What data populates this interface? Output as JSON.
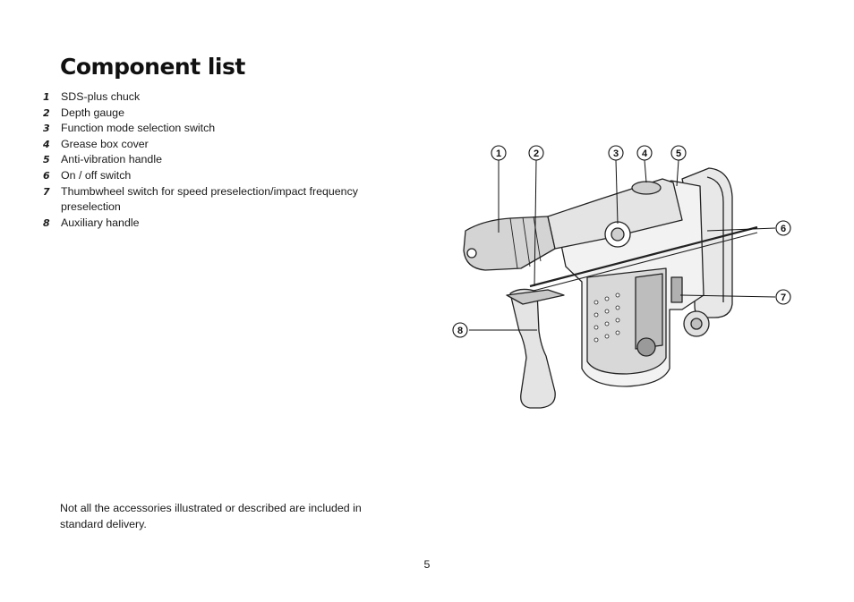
{
  "page": {
    "title": "Component list",
    "components": [
      {
        "number": "1",
        "label": "SDS-plus chuck"
      },
      {
        "number": "2",
        "label": "Depth gauge"
      },
      {
        "number": "3",
        "label": "Function mode selection switch"
      },
      {
        "number": "4",
        "label": "Grease box cover"
      },
      {
        "number": "5",
        "label": "Anti-vibration handle"
      },
      {
        "number": "6",
        "label": "On / off switch"
      },
      {
        "number": "7",
        "label": "Thumbwheel switch for speed preselection/impact frequency preselection"
      },
      {
        "number": "8",
        "label": "Auxiliary handle"
      }
    ],
    "note": "Not all the accessories illustrated or described are included in standard delivery.",
    "page_number": "5"
  },
  "illustration": {
    "callouts": [
      "1",
      "2",
      "3",
      "4",
      "5",
      "6",
      "7",
      "8"
    ],
    "icon": "rotary-hammer-drill-illustration"
  }
}
